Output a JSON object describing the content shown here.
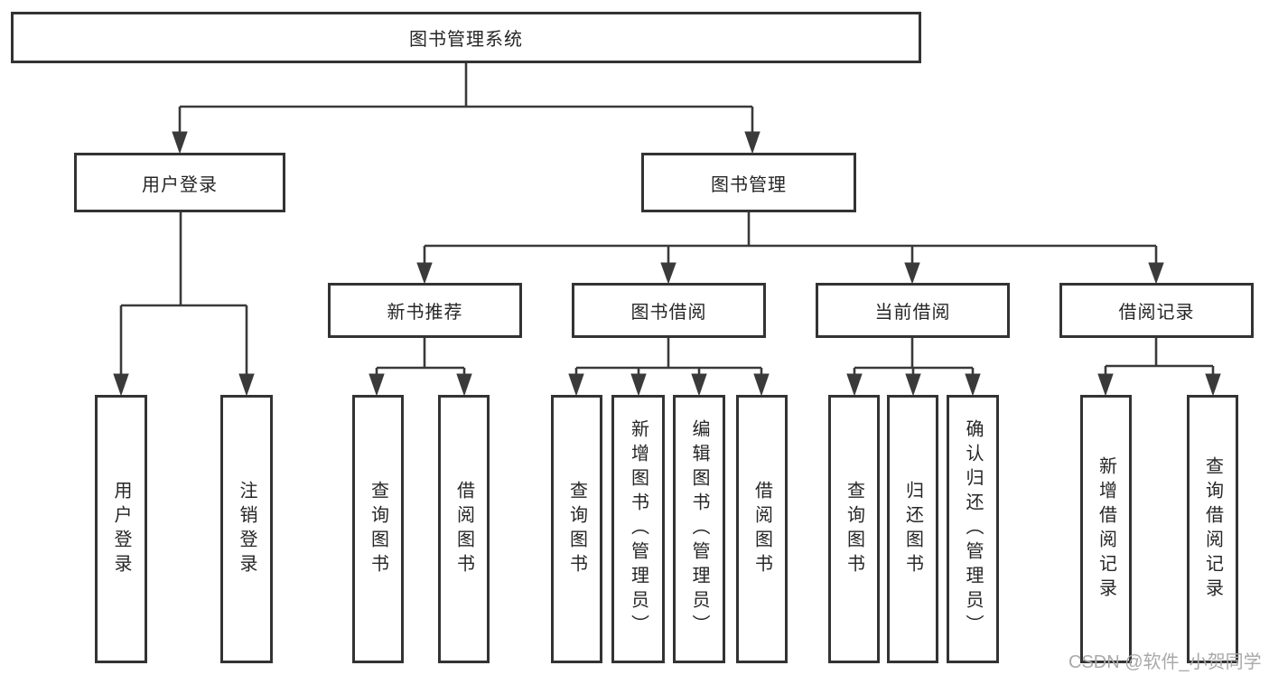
{
  "diagram": {
    "root": {
      "label": "图书管理系统",
      "children": [
        {
          "label": "用户登录",
          "children": [
            {
              "label": "用户登录"
            },
            {
              "label": "注销登录"
            }
          ]
        },
        {
          "label": "图书管理",
          "children": [
            {
              "label": "新书推荐",
              "children": [
                {
                  "label": "查询图书"
                },
                {
                  "label": "借阅图书"
                }
              ]
            },
            {
              "label": "图书借阅",
              "children": [
                {
                  "label": "查询图书"
                },
                {
                  "label": "新增图书（管理员）"
                },
                {
                  "label": "编辑图书（管理员）"
                },
                {
                  "label": "借阅图书"
                }
              ]
            },
            {
              "label": "当前借阅",
              "children": [
                {
                  "label": "查询图书"
                },
                {
                  "label": "归还图书"
                },
                {
                  "label": "确认归还（管理员）"
                }
              ]
            },
            {
              "label": "借阅记录",
              "children": [
                {
                  "label": "新增借阅记录"
                },
                {
                  "label": "查询借阅记录"
                }
              ]
            }
          ]
        }
      ]
    }
  },
  "watermark": {
    "text": "CSDN @软件_小贺同学"
  },
  "colors": {
    "line": "#3a3a3a",
    "border": "#333333",
    "text": "#262626",
    "background": "#ffffff",
    "watermark": "#a9a9a9"
  }
}
